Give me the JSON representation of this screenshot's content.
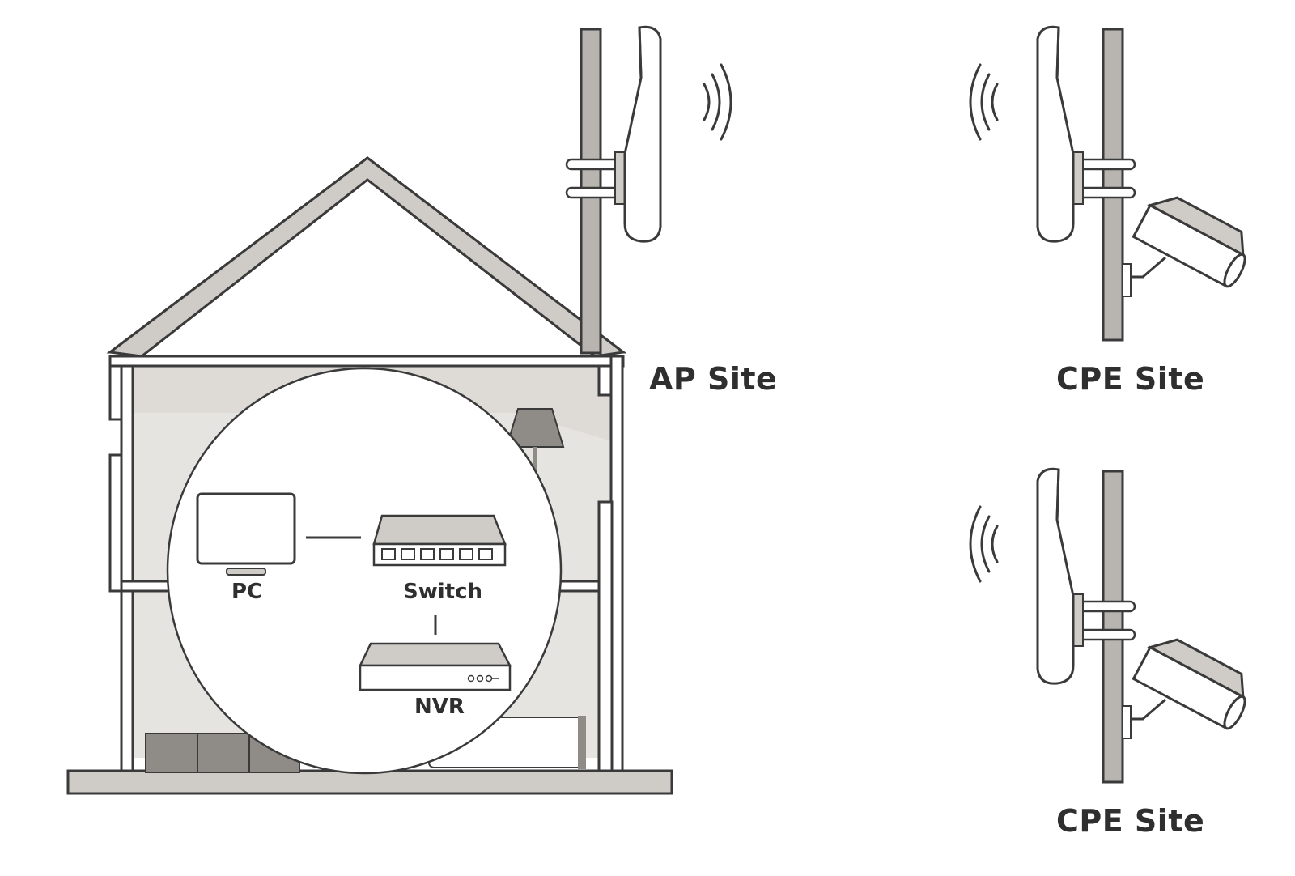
{
  "labels": {
    "ap_site": "AP Site",
    "cpe_site_top": "CPE Site",
    "cpe_site_bottom": "CPE Site",
    "pc": "PC",
    "switch": "Switch",
    "nvr": "NVR"
  },
  "icons": [
    "house",
    "mast-pole",
    "sector-antenna",
    "wifi-waves",
    "cctv-camera",
    "monitor",
    "network-switch",
    "nvr-recorder",
    "floor-lamp",
    "sofa",
    "cabinet"
  ],
  "colors": {
    "outline": "#3a3a3a",
    "pole": "#b8b4b0",
    "wall_fill": "#e6e4e1",
    "shade": "#cfccc8",
    "dark_furniture": "#8f8b87",
    "white": "#ffffff"
  }
}
